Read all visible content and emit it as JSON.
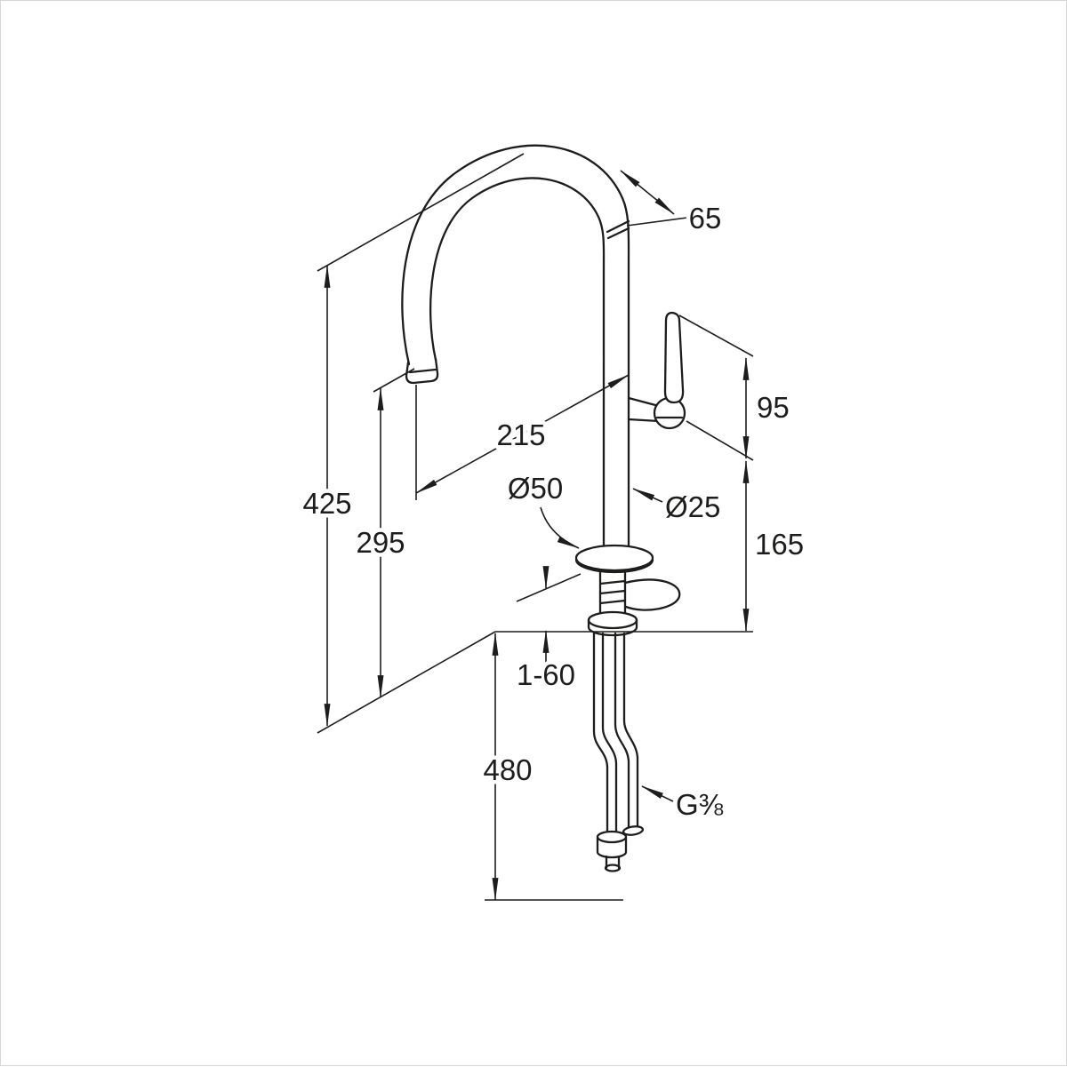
{
  "meta": {
    "type": "technical-dimension-drawing",
    "line_color": "#1d1d1b",
    "background_color": "#ffffff",
    "frame_color": "#d6d6d6"
  },
  "labels": {
    "spray_head_length": "65",
    "lever_height": "95",
    "spout_reach": "215",
    "total_height": "425",
    "spout_outlet_height": "295",
    "base_diameter": "Ø50",
    "body_diameter": "Ø25",
    "body_section_height": "165",
    "mounting_deck_thickness": "1-60",
    "hose_length": "480",
    "hose_connection_thread": "G⅜"
  }
}
